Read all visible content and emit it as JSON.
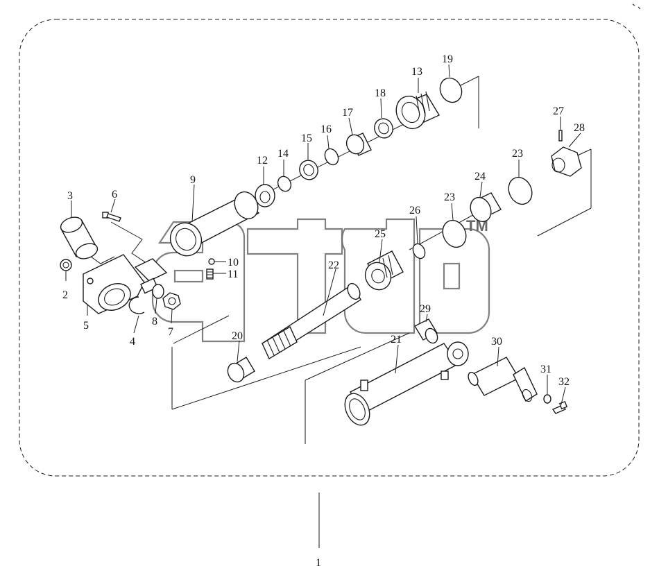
{
  "labels": {
    "p1": "1",
    "p2": "2",
    "p3": "3",
    "p4": "4",
    "p5": "5",
    "p6": "6",
    "p7": "7",
    "p8": "8",
    "p9": "9",
    "p10": "10",
    "p11": "11",
    "p12": "12",
    "p13": "13",
    "p14": "14",
    "p15": "15",
    "p16": "16",
    "p17": "17",
    "p18": "18",
    "p19": "19",
    "p20": "20",
    "p21": "21",
    "p22": "22",
    "p23a": "23",
    "p23b": "23",
    "p24": "24",
    "p25": "25",
    "p26": "26",
    "p27": "27",
    "p28": "28",
    "p29": "29",
    "p30": "30",
    "p31": "31",
    "p32": "32"
  },
  "watermark": {
    "tm": "TM"
  }
}
